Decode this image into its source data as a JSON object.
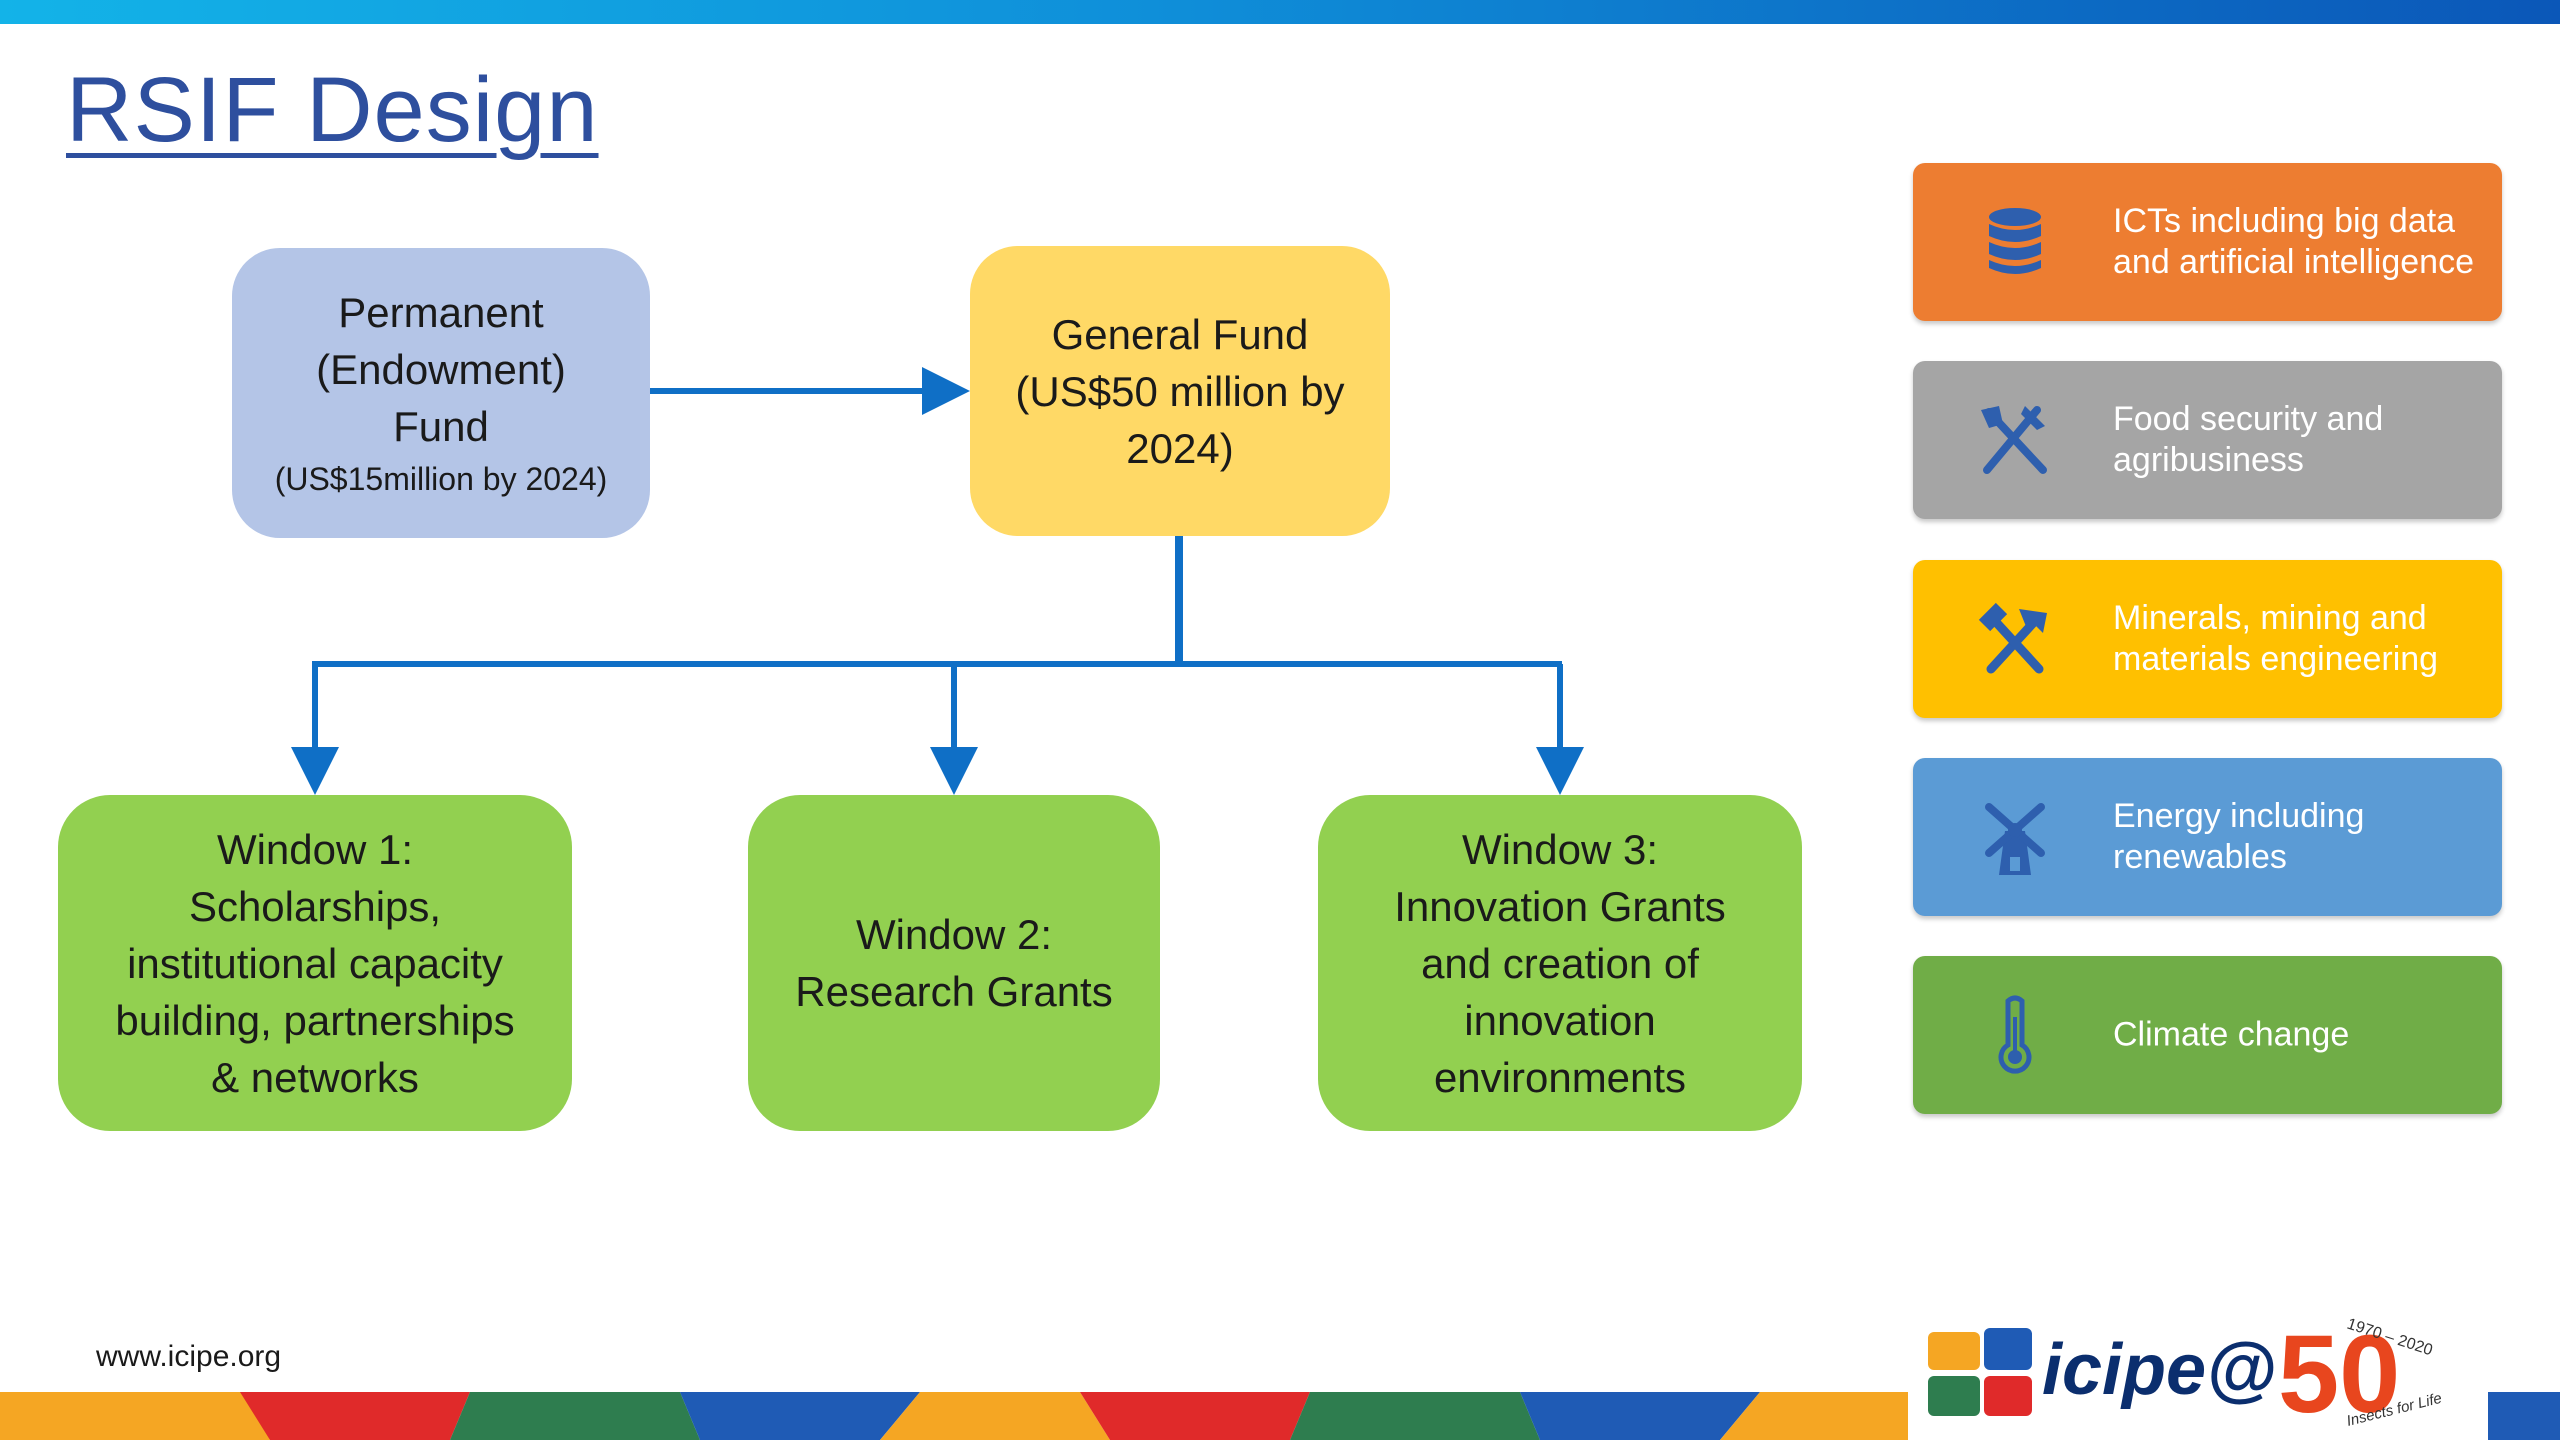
{
  "slide": {
    "title": "RSIF Design",
    "website": "www.icipe.org"
  },
  "funds": {
    "permanent": {
      "lines": [
        "Permanent",
        "(Endowment)",
        "Fund"
      ],
      "detail": "(US$15million by 2024)"
    },
    "general": {
      "lines": [
        "General Fund",
        "(US$50 million by",
        "2024)"
      ]
    }
  },
  "windows": [
    {
      "lines": [
        "Window 1:",
        "Scholarships,",
        "institutional capacity",
        "building, partnerships",
        "& networks"
      ]
    },
    {
      "lines": [
        "Window 2:",
        "Research Grants"
      ]
    },
    {
      "lines": [
        "Window 3:",
        "Innovation Grants",
        "and creation of",
        "innovation",
        "environments"
      ]
    }
  ],
  "themes": [
    {
      "lines": [
        "ICTs including big data",
        "and artificial intelligence"
      ],
      "icon": "database-icon",
      "color": "#ed7d31"
    },
    {
      "lines": [
        "Food security and",
        "agribusiness"
      ],
      "icon": "fork-knife-icon",
      "color": "#a5a5a5"
    },
    {
      "lines": [
        "Minerals, mining and",
        "materials engineering"
      ],
      "icon": "hammer-pick-icon",
      "color": "#ffc000"
    },
    {
      "lines": [
        "Energy including",
        "renewables"
      ],
      "icon": "windmill-icon",
      "color": "#5b9bd5"
    },
    {
      "lines": [
        "Climate change"
      ],
      "icon": "thermometer-icon",
      "color": "#70ad47"
    }
  ],
  "logo": {
    "wordmark": "icipe@",
    "number": "50",
    "years": "1970 – 2020",
    "tagline": "Insects for Life"
  },
  "colors": {
    "title": "#2e4f9e",
    "connector": "#0f6fc6",
    "permanent_box": "#b4c5e7",
    "general_box": "#ffd966",
    "window_box": "#92d050",
    "icon": "#2e5fae"
  }
}
